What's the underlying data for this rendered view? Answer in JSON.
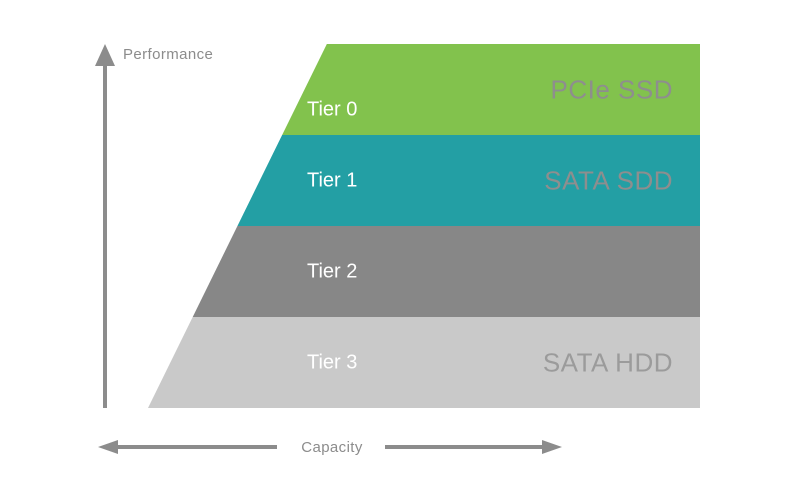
{
  "figure": {
    "type": "storage-tiering-diagram",
    "background_color": "#ffffff",
    "axes": {
      "performance_label": "Performance",
      "capacity_label": "Capacity",
      "axis_color": "#8C8C8C"
    },
    "tiers": [
      {
        "name": "Tier 0",
        "technology": "PCIe SSD",
        "color": "#82C24D",
        "name_color": "#ffffff",
        "tech_color": "#8E8E8E"
      },
      {
        "name": "Tier 1",
        "technology": "SATA SDD",
        "color": "#239FA4",
        "name_color": "#ffffff",
        "tech_color": "#8E8E8E"
      },
      {
        "name": "Tier 2",
        "technology": "",
        "color": "#878787",
        "name_color": "#ffffff",
        "tech_color": "#8E8E8E"
      },
      {
        "name": "Tier 3",
        "technology": "SATA HDD",
        "color": "#C9C9C9",
        "name_color": "#ffffff",
        "tech_color": "#9B9B9B"
      }
    ]
  }
}
